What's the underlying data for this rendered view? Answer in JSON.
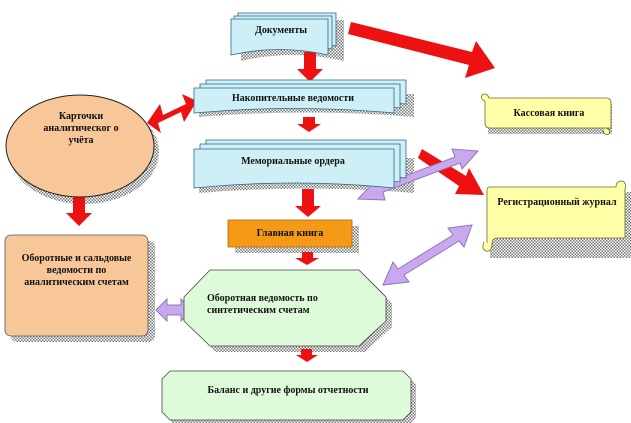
{
  "nodes": {
    "documents": "Документы",
    "cumulative_statements": "Накопительные  ведомости",
    "memorial_orders": "Мемориальные  ордера",
    "general_ledger": "Главная  книга",
    "analytic_cards": "Карточки аналитическог о учёта",
    "turnover_statements_analytic": "Оборотные  и сальдовые ведомости  по аналитическим счетам",
    "turnover_statement_synthetic": "Оборотная  ведомость  по синтетическим  счетам",
    "balance_and_reports": "Баланс  и другие формы  отчетности",
    "cash_book": "Кассовая  книга",
    "registration_journal": "Регистрационный журнал"
  },
  "colors": {
    "red_arrow": "#ee1111",
    "lilac_arrow": "#c9a8f0",
    "doc_fill": "#cdeff5",
    "orange_fill": "#f7c79a",
    "green_fill": "#ddfbd8",
    "ledger_fill": "#f49a17",
    "scroll_fill": "#ffffa8",
    "shadow": "#8a8a8a"
  }
}
